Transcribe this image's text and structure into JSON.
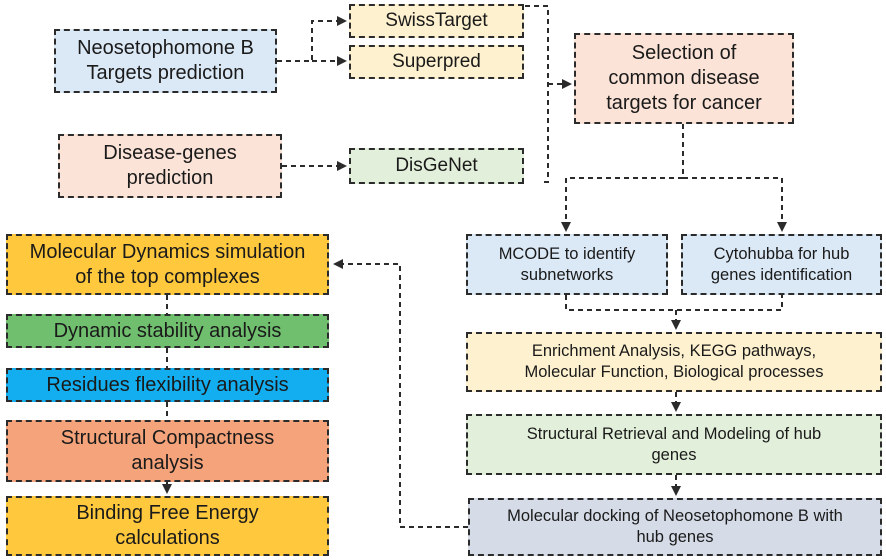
{
  "nodes": {
    "neosetophomone_targets": {
      "line1": "Neosetophomone B",
      "line2": "Targets prediction",
      "fill": "#dbe8f6"
    },
    "swisstarget": {
      "label": "SwissTarget",
      "fill": "#fdf1cf"
    },
    "superpred": {
      "label": "Superpred",
      "fill": "#fdf1cf"
    },
    "disease_genes": {
      "line1": "Disease-genes",
      "line2": "prediction",
      "fill": "#fbe3d7"
    },
    "disgenet": {
      "label": "DisGeNet",
      "fill": "#e2efda"
    },
    "common_targets": {
      "line1": "Selection of",
      "line2": "common disease",
      "line3": "targets for cancer",
      "fill": "#fbe3d7"
    },
    "mcode": {
      "line1": "MCODE to identify",
      "line2": "subnetworks",
      "fill": "#dbe8f6"
    },
    "cytohubba": {
      "line1": "Cytohubba for hub",
      "line2": "genes identification",
      "fill": "#dbe8f6"
    },
    "enrichment": {
      "line1": "Enrichment Analysis, KEGG pathways,",
      "line2": "Molecular Function, Biological processes",
      "fill": "#fdf1cf"
    },
    "structural_retrieval": {
      "line1": "Structural Retrieval and Modeling of hub",
      "line2": "genes",
      "fill": "#e2efda"
    },
    "docking": {
      "line1": "Molecular docking of Neosetophomone B with",
      "line2": "hub genes",
      "fill": "#d5dce8"
    },
    "md_simulation": {
      "line1": "Molecular Dynamics simulation",
      "line2": "of the top complexes",
      "fill": "#ffc83d"
    },
    "dynamic_stability": {
      "label": "Dynamic stability analysis",
      "fill": "#70bf6e"
    },
    "residues_flexibility": {
      "label": "Residues flexibility analysis",
      "fill": "#13aef0"
    },
    "structural_compactness": {
      "line1": "Structural Compactness",
      "line2": "analysis",
      "fill": "#f4a37a"
    },
    "binding_free_energy": {
      "line1": "Binding Free Energy",
      "line2": "calculations",
      "fill": "#ffc83d"
    }
  }
}
